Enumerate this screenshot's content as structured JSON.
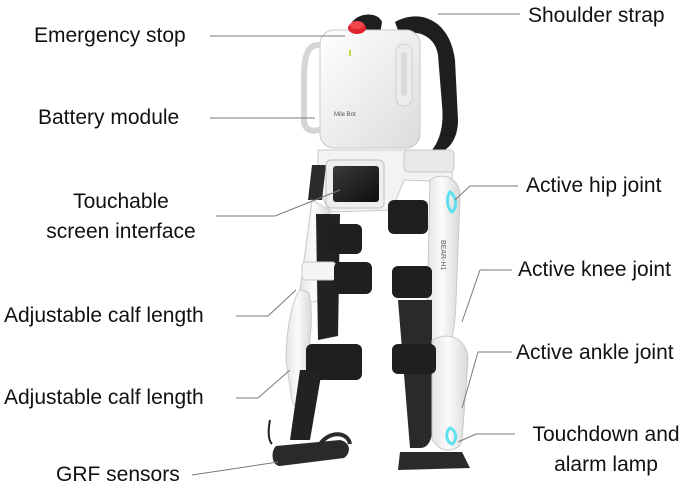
{
  "labels": {
    "emergency_stop": "Emergency stop",
    "battery_module": "Battery module",
    "touchable_screen_line1": "Touchable",
    "touchable_screen_line2": "screen interface",
    "adjustable_calf_upper": "Adjustable calf length",
    "adjustable_calf_lower": "Adjustable calf length",
    "grf_sensors": "GRF sensors",
    "shoulder_strap": "Shoulder strap",
    "active_hip_joint": "Active hip joint",
    "active_knee_joint": "Active knee joint",
    "active_ankle_joint": "Active ankle joint",
    "touchdown_line1": "Touchdown and",
    "touchdown_line2": "alarm lamp"
  },
  "device": {
    "brand_text": "Mile Bot",
    "side_text": "BEAR-H1"
  },
  "colors": {
    "frame": "#f3f3f3",
    "strap": "#1e1e1e",
    "accent_cyan": "#5fe0ee",
    "emergency_red": "#e0242c",
    "leader_line": "#7a7a7a"
  }
}
